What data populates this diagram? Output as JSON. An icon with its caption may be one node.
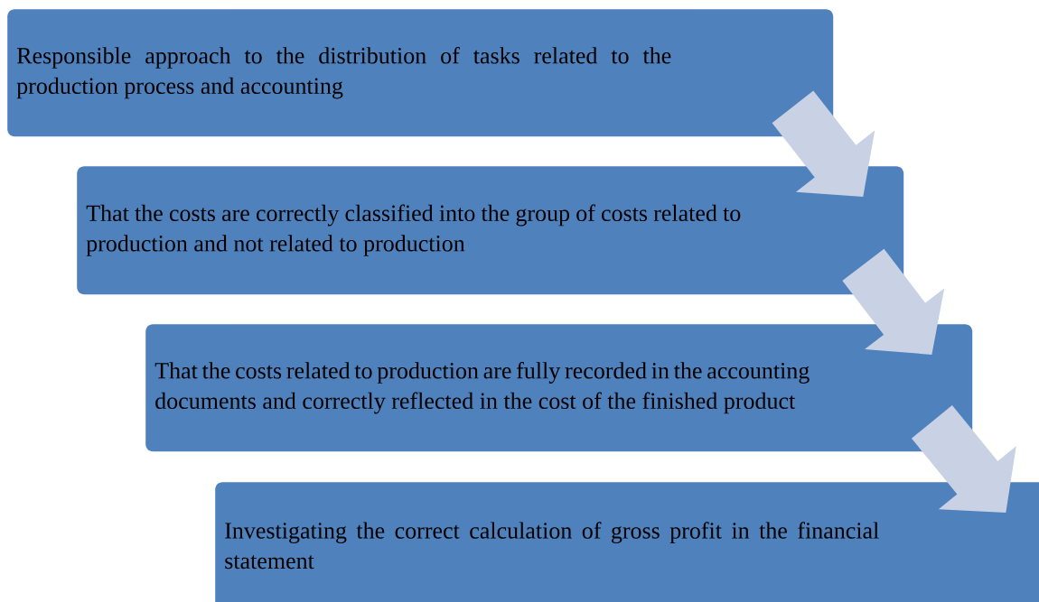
{
  "diagram": {
    "nodes": [
      {
        "text": [
          "Responsible approach to the distribution of tasks related to the production process and accounting"
        ]
      },
      {
        "text": [
          "That the costs are correctly classified into the group of costs related to production and not related to production"
        ]
      },
      {
        "text": [
          "That the costs related to production are fully recorded in the accounting documents and correctly reflected in the cost of the finished product"
        ]
      },
      {
        "text": [
          "Investigating the correct calculation of gross profit in the financial statement"
        ]
      }
    ],
    "edges": [
      {
        "from": 0,
        "to": 1,
        "arrow": "to"
      },
      {
        "from": 1,
        "to": 2,
        "arrow": "to"
      },
      {
        "from": 2,
        "to": 3,
        "arrow": "to"
      }
    ]
  }
}
